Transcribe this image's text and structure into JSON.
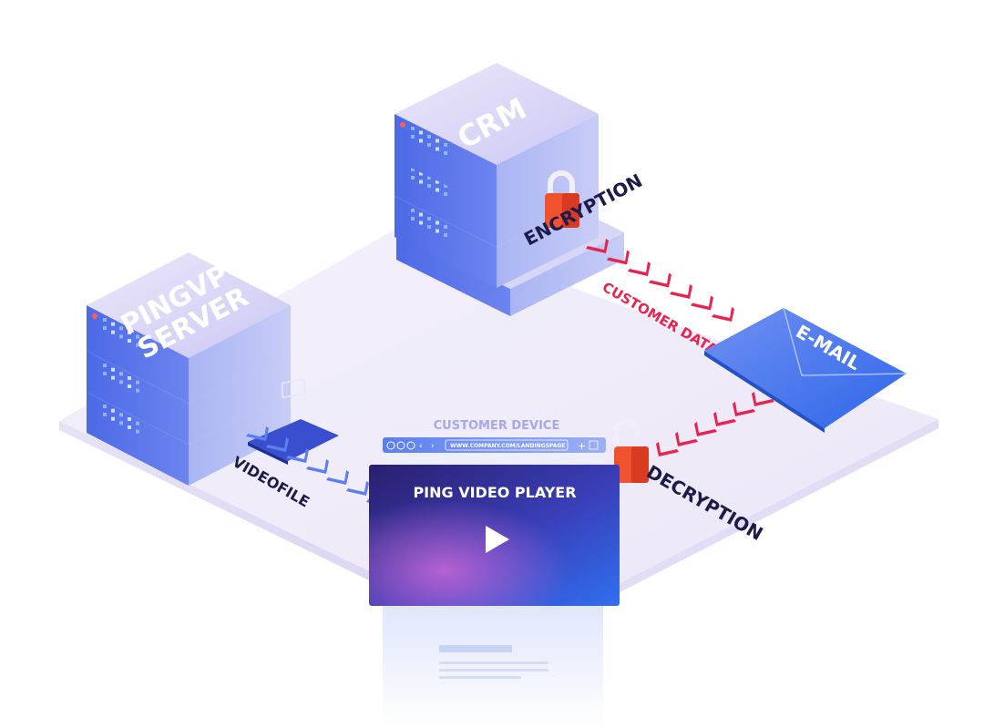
{
  "servers": {
    "pingvp": {
      "line1": "PINGVP",
      "line2": "SERVER"
    },
    "crm": {
      "label": "CRM"
    }
  },
  "labels": {
    "encryption": "ENCRYPTION",
    "decryption": "DECRYPTION",
    "customer_data": "CUSTOMER DATA",
    "email": "E-MAIL",
    "videofile": "VIDEOFILE",
    "customer_device": "CUSTOMER DEVICE"
  },
  "browser": {
    "url": "WWW.COMPANY.COM/LANDINGSPAGE",
    "player_title": "PING VIDEO PLAYER"
  },
  "colors": {
    "accent_red": "#e8234f",
    "server_blue": "#6f86ef",
    "dark_text": "#1d1b4a",
    "lock_orange": "#f0522d"
  }
}
